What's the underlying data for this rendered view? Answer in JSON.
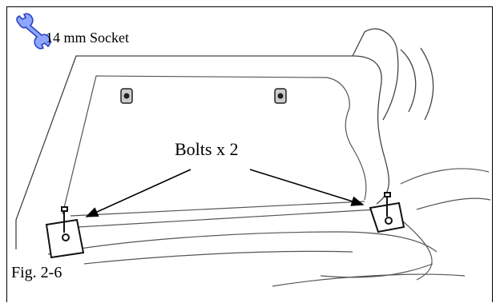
{
  "tool": {
    "icon": "wrench-icon",
    "icon_color": "#3355cc",
    "label": "14 mm Socket"
  },
  "callout": {
    "label": "Bolts x 2"
  },
  "figure": {
    "label": "Fig. 2-6"
  }
}
